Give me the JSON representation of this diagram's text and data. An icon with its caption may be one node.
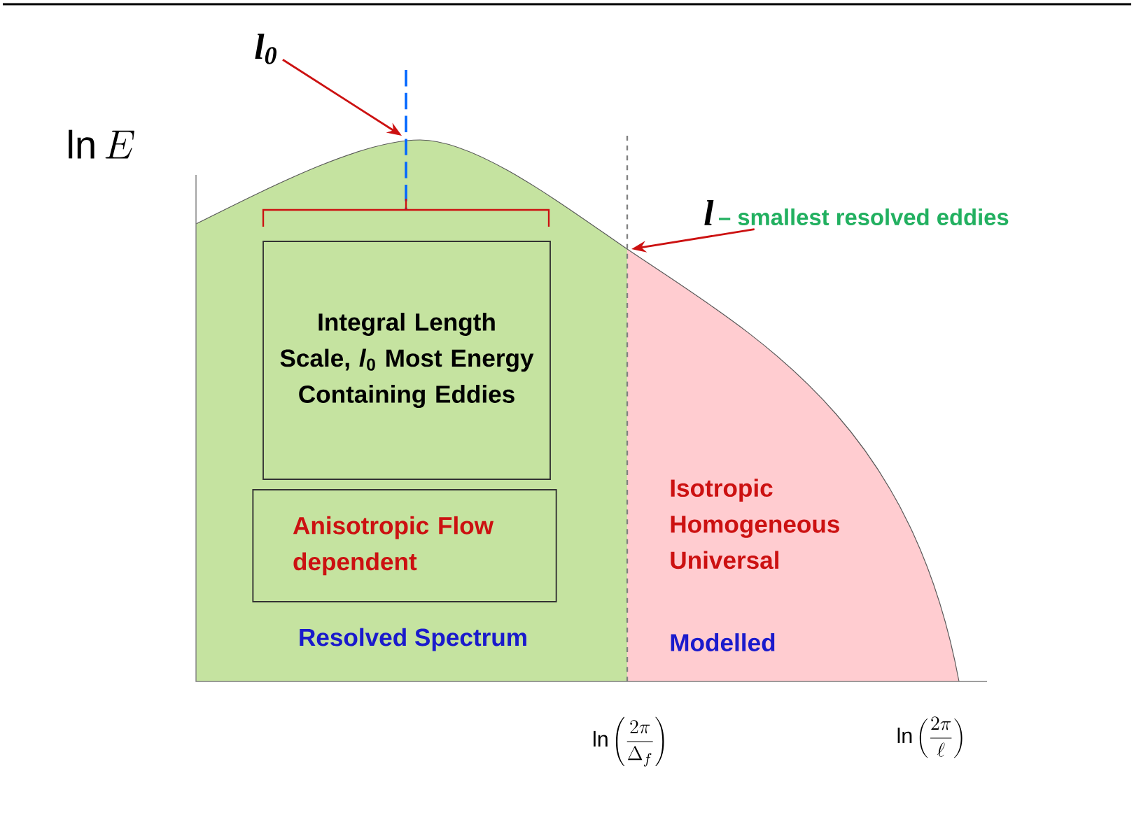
{
  "diagram": {
    "nodes": [
      {
        "text": [
          "Integral Length Scale, *l*$_{0}$ Most Energy Containing Eddies"
        ]
      },
      {
        "text": [
          "Anisotropic Flow dependent"
        ]
      },
      {
        "text": [
          "l$_{0}$"
        ]
      },
      {
        "text": [
          "l",
          "– smallest resolved eddies"
        ]
      }
    ],
    "edges": [
      {
        "from": 2,
        "to": null,
        "arrow": "to"
      },
      {
        "from": 3,
        "to": null,
        "arrow": "to"
      }
    ],
    "labels": [
      "\\ln E",
      "Isotropic Homogeneous Universal",
      "Resolved Spectrum",
      "Modelled",
      "\\ln\\left(\\frac{2\\pi}{\\Delta_f}\\right)",
      "\\ln\\left(\\frac{2\\pi}{\\ell}\\right)"
    ]
  }
}
